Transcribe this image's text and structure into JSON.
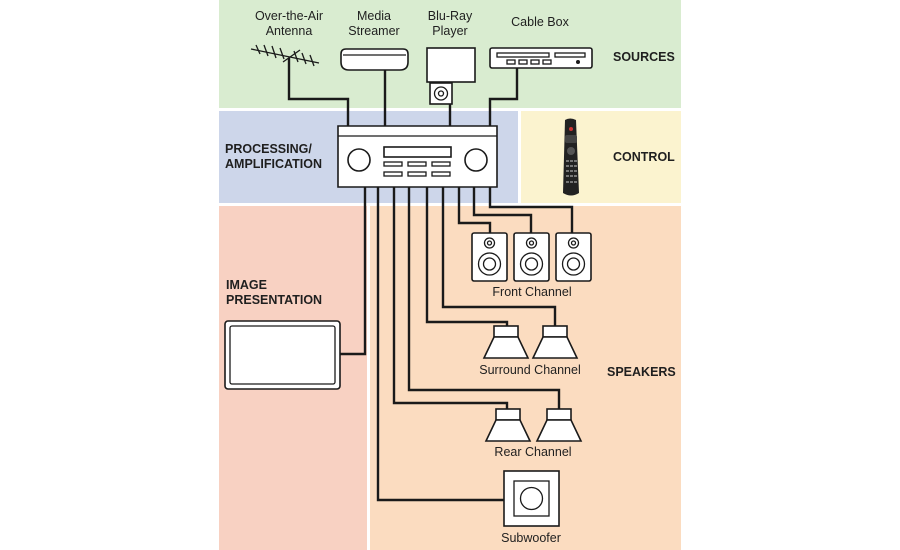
{
  "colors": {
    "sources_bg": "#d9ecd0",
    "processing_bg": "#cdd6ea",
    "control_bg": "#fbf3cf",
    "image_bg": "#f8d1c2",
    "speakers_bg": "#fbdcc0",
    "line": "#1a1a1a"
  },
  "zones": {
    "sources": "SOURCES",
    "processing_line1": "PROCESSING/",
    "processing_line2": "AMPLIFICATION",
    "control": "CONTROL",
    "image_line1": "IMAGE",
    "image_line2": "PRESENTATION",
    "speakers": "SPEAKERS"
  },
  "devices": {
    "antenna_line1": "Over-the-Air",
    "antenna_line2": "Antenna",
    "streamer_line1": "Media",
    "streamer_line2": "Streamer",
    "bluray_line1": "Blu-Ray",
    "bluray_line2": "Player",
    "cablebox": "Cable Box"
  },
  "speaker_groups": {
    "front": "Front Channel",
    "surround": "Surround Channel",
    "rear": "Rear Channel",
    "sub": "Subwoofer"
  },
  "icons": [
    "antenna-icon",
    "media-streamer-icon",
    "bluray-player-icon",
    "cable-box-icon",
    "av-receiver-icon",
    "remote-control-icon",
    "tv-screen-icon",
    "bookshelf-speaker-icon",
    "horn-speaker-icon",
    "subwoofer-icon"
  ]
}
